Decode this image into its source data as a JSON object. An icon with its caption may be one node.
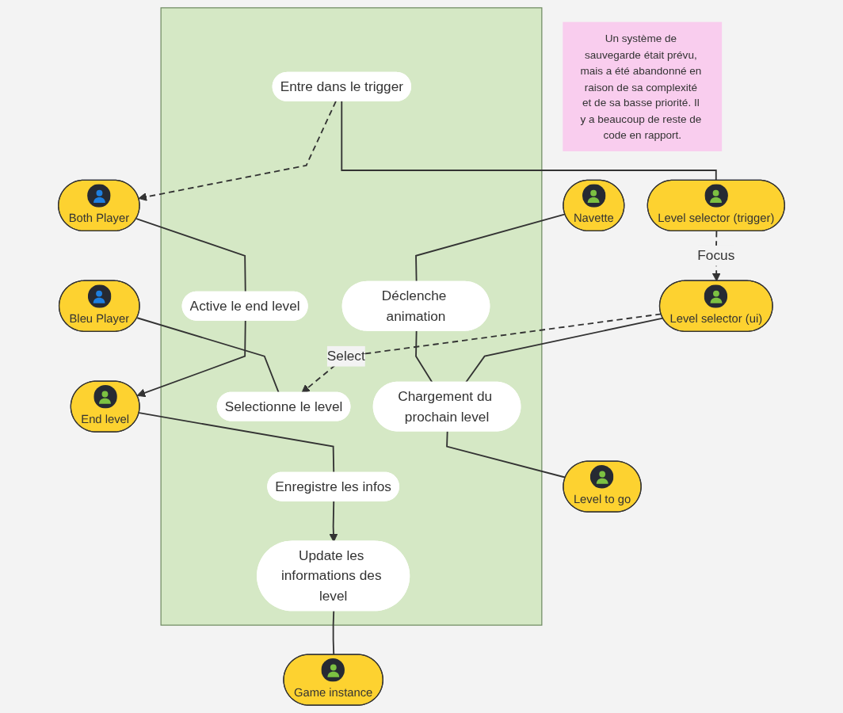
{
  "diagram": {
    "nodes": [
      {
        "text": [
          "Both Player"
        ]
      },
      {
        "text": [
          "Bleu Player"
        ]
      },
      {
        "text": [],
        "shape": "box"
      },
      {
        "text": [
          "Un système de sauvegarde était prévu, mais a été abandonné en raison de sa complexité et de sa basse priorité. Il y a beaucoup de reste de code en rapport."
        ]
      },
      {
        "text": [
          "End level"
        ]
      },
      {
        "text": [
          "Active le end level"
        ],
        "in": 2
      },
      {
        "text": [
          "Enregistre les infos"
        ],
        "in": 2
      },
      {
        "text": [
          "Selectionne le level"
        ],
        "in": 2
      },
      {
        "text": [
          "Update les informations des level"
        ],
        "in": 2
      },
      {
        "text": [
          "Entre dans le trigger"
        ],
        "in": 2
      },
      {
        "text": [
          "Level selector (trigger)"
        ]
      },
      {
        "text": [
          "Game instance"
        ]
      },
      {
        "text": [
          "Navette"
        ]
      },
      {
        "text": [
          "Déclenche animation"
        ],
        "in": 2
      },
      {
        "text": [
          "Chargement du prochain level"
        ],
        "in": 2
      },
      {
        "text": [
          "Level selector (ui)"
        ]
      },
      {
        "text": [
          "Level to go"
        ]
      }
    ],
    "edges": [
      {
        "from": 0,
        "to": 5,
        "arrow": "none"
      },
      {
        "from": 5,
        "to": 4,
        "arrow": "to"
      },
      {
        "from": 4,
        "to": 6,
        "arrow": "none"
      },
      {
        "from": 6,
        "to": 8,
        "arrow": "to"
      },
      {
        "from": 8,
        "to": 11,
        "arrow": "none"
      },
      {
        "from": 1,
        "to": 7,
        "arrow": "none"
      },
      {
        "from": 9,
        "to": 0,
        "arrow": "to",
        "style": "dashed"
      },
      {
        "from": 9,
        "to": 10,
        "arrow": "none"
      },
      {
        "from": 15,
        "to": 7,
        "arrow": "to",
        "style": "dashed",
        "label": "Select"
      },
      {
        "from": 10,
        "to": 15,
        "arrow": "to",
        "style": "dashed",
        "label": "Focus"
      },
      {
        "from": 12,
        "to": 13,
        "arrow": "none"
      },
      {
        "from": 13,
        "to": 14,
        "arrow": "none"
      },
      {
        "from": 14,
        "to": 16,
        "arrow": "none"
      },
      {
        "from": 15,
        "to": 14,
        "arrow": "none"
      }
    ]
  }
}
